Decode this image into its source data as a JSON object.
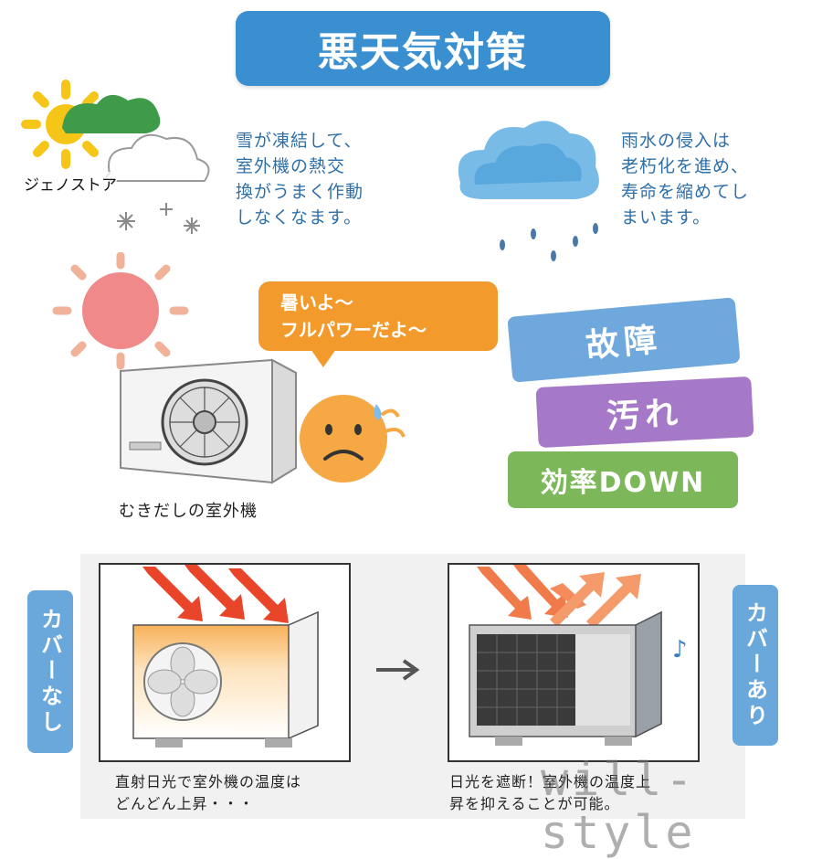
{
  "title": "悪天気対策",
  "store_label": "ジェノストア",
  "snow_text": [
    "雪が凍結して、",
    "室外機の熱交",
    "換がうまく作動",
    "しなくなます。"
  ],
  "rain_text": [
    "雨水の侵入は",
    "老朽化を進め、",
    "寿命を縮めてし",
    "まいます。"
  ],
  "speech_bubble": [
    "暑いよ～",
    "フルパワーだよ～"
  ],
  "ac_caption": "むきだしの室外機",
  "tags": {
    "breakdown": "故障",
    "dirt": "汚れ",
    "efficiency": "効率DOWN"
  },
  "compare": {
    "no_cover_label": "カバーなし",
    "with_cover_label": "カバーあり",
    "no_cover_caption": [
      "直射日光で室外機の温度は",
      "どんどん上昇・・・"
    ],
    "with_cover_caption": [
      "日光を遮断！室外機の温度上",
      "昇を抑えることが可能。"
    ]
  },
  "watermark": "will-style",
  "colors": {
    "title": "#3a8fd1",
    "bubble": "#f39a2c",
    "blue_tag": "#6fa8dc",
    "purple_tag": "#a678c8",
    "green_tag": "#7cb85a",
    "side_label": "#6aa8dc"
  }
}
